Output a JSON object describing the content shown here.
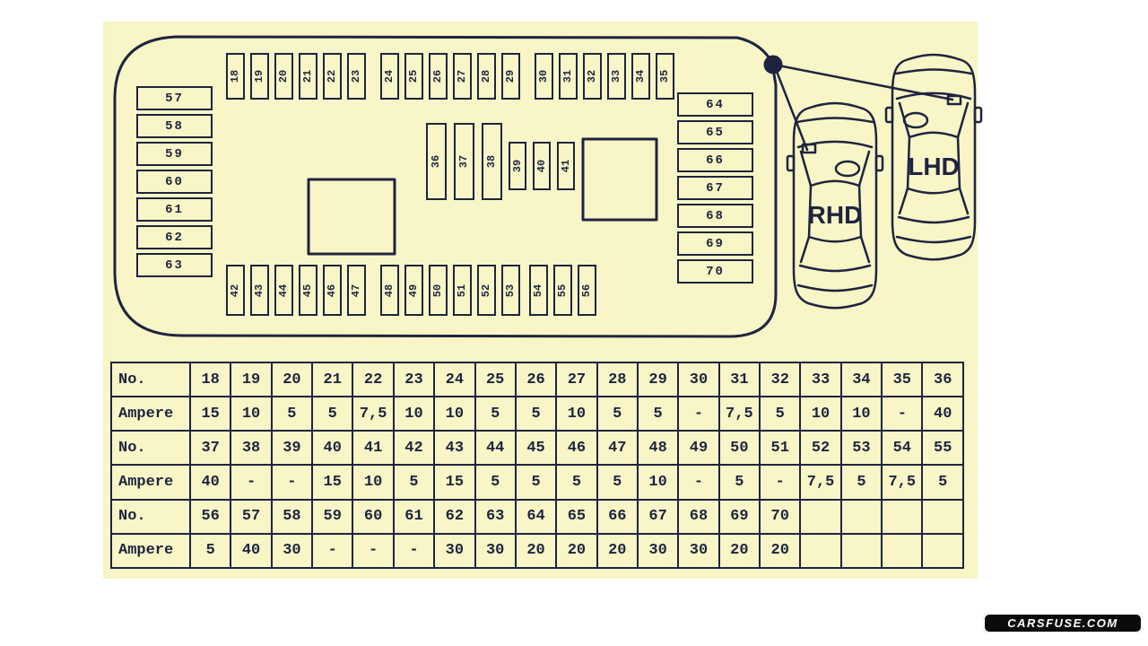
{
  "colors": {
    "page_background": "#ffffff",
    "paper": "#f8f5c6",
    "ink": "#1e2440",
    "watermark_background": "#0b0b0b",
    "watermark_text_color": "#ffffff"
  },
  "panel": {
    "top_groups": [
      [
        "18",
        "19",
        "20",
        "21",
        "22",
        "23"
      ],
      [
        "24",
        "25",
        "26",
        "27",
        "28",
        "29"
      ],
      [
        "30",
        "31",
        "32",
        "33",
        "34",
        "35"
      ]
    ],
    "mid_tall": [
      "36",
      "37",
      "38"
    ],
    "mid_small": [
      "39",
      "40",
      "41"
    ],
    "bottom_groups": [
      [
        "42",
        "43",
        "44",
        "45",
        "46",
        "47"
      ],
      [
        "48",
        "49",
        "50",
        "51",
        "52",
        "53"
      ],
      [
        "54",
        "55",
        "56"
      ]
    ],
    "left_column": [
      "57",
      "58",
      "59",
      "60",
      "61",
      "62",
      "63"
    ],
    "right_column": [
      "64",
      "65",
      "66",
      "67",
      "68",
      "69",
      "70"
    ]
  },
  "cars": {
    "rhd_label": "RHD",
    "lhd_label": "LHD"
  },
  "table": {
    "rows": [
      {
        "label": "No.",
        "values": [
          "18",
          "19",
          "20",
          "21",
          "22",
          "23",
          "24",
          "25",
          "26",
          "27",
          "28",
          "29",
          "30",
          "31",
          "32",
          "33",
          "34",
          "35",
          "36"
        ]
      },
      {
        "label": "Ampere",
        "values": [
          "15",
          "10",
          "5",
          "5",
          "7,5",
          "10",
          "10",
          "5",
          "5",
          "10",
          "5",
          "5",
          "-",
          "7,5",
          "5",
          "10",
          "10",
          "-",
          "40"
        ]
      },
      {
        "label": "No.",
        "values": [
          "37",
          "38",
          "39",
          "40",
          "41",
          "42",
          "43",
          "44",
          "45",
          "46",
          "47",
          "48",
          "49",
          "50",
          "51",
          "52",
          "53",
          "54",
          "55"
        ]
      },
      {
        "label": "Ampere",
        "values": [
          "40",
          "-",
          "-",
          "15",
          "10",
          "5",
          "15",
          "5",
          "5",
          "5",
          "5",
          "10",
          "-",
          "5",
          "-",
          "7,5",
          "5",
          "7,5",
          "5"
        ]
      },
      {
        "label": "No.",
        "values": [
          "56",
          "57",
          "58",
          "59",
          "60",
          "61",
          "62",
          "63",
          "64",
          "65",
          "66",
          "67",
          "68",
          "69",
          "70",
          "",
          "",
          "",
          ""
        ]
      },
      {
        "label": "Ampere",
        "values": [
          "5",
          "40",
          "30",
          "-",
          "-",
          "-",
          "30",
          "30",
          "20",
          "20",
          "20",
          "30",
          "30",
          "20",
          "20",
          "",
          "",
          "",
          ""
        ]
      }
    ]
  },
  "watermark": {
    "text": "CARSFUSE.COM"
  }
}
